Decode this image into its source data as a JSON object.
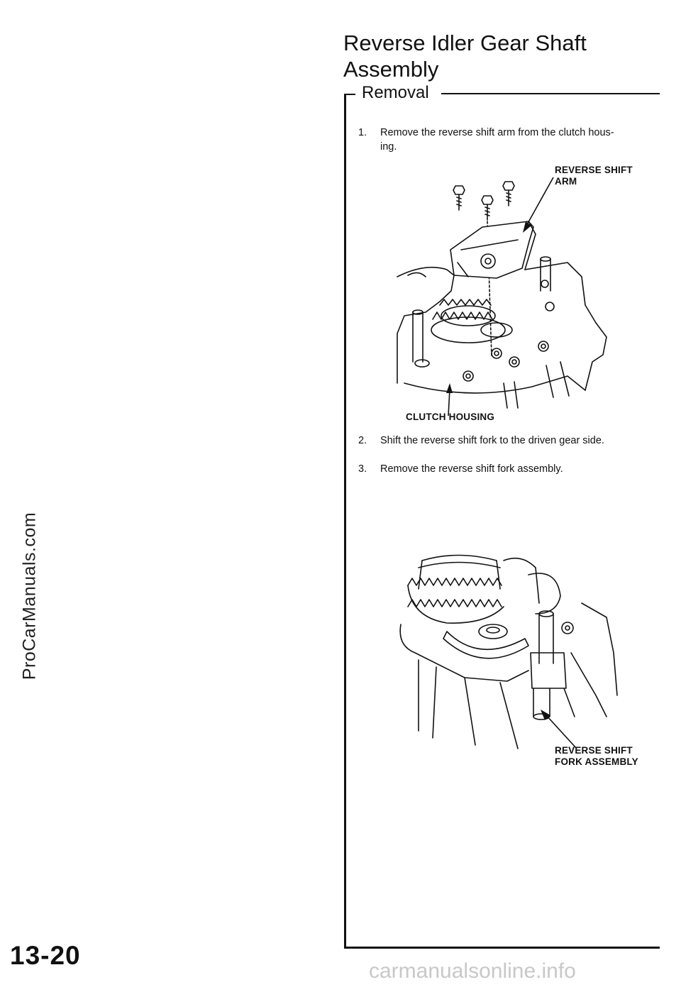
{
  "watermark_side": "ProCarManuals.com",
  "title_line1": "Reverse Idler Gear Shaft",
  "title_line2": "Assembly",
  "section_heading": "Removal",
  "steps": [
    {
      "num": "1.",
      "line1": "Remove the reverse shift arm from the clutch hous-",
      "line2": "ing."
    },
    {
      "num": "2.",
      "line1": "Shift the reverse shift fork to the driven gear side."
    },
    {
      "num": "3.",
      "line1": "Remove the reverse shift fork assembly."
    }
  ],
  "figure1": {
    "callout_arm_line1": "REVERSE SHIFT",
    "callout_arm_line2": "ARM",
    "callout_housing": "CLUTCH HOUSING"
  },
  "figure2": {
    "callout_fork_line1": "REVERSE SHIFT",
    "callout_fork_line2": "FORK ASSEMBLY"
  },
  "page_number": "13-20",
  "watermark_bottom": "carmanualsonline.info"
}
